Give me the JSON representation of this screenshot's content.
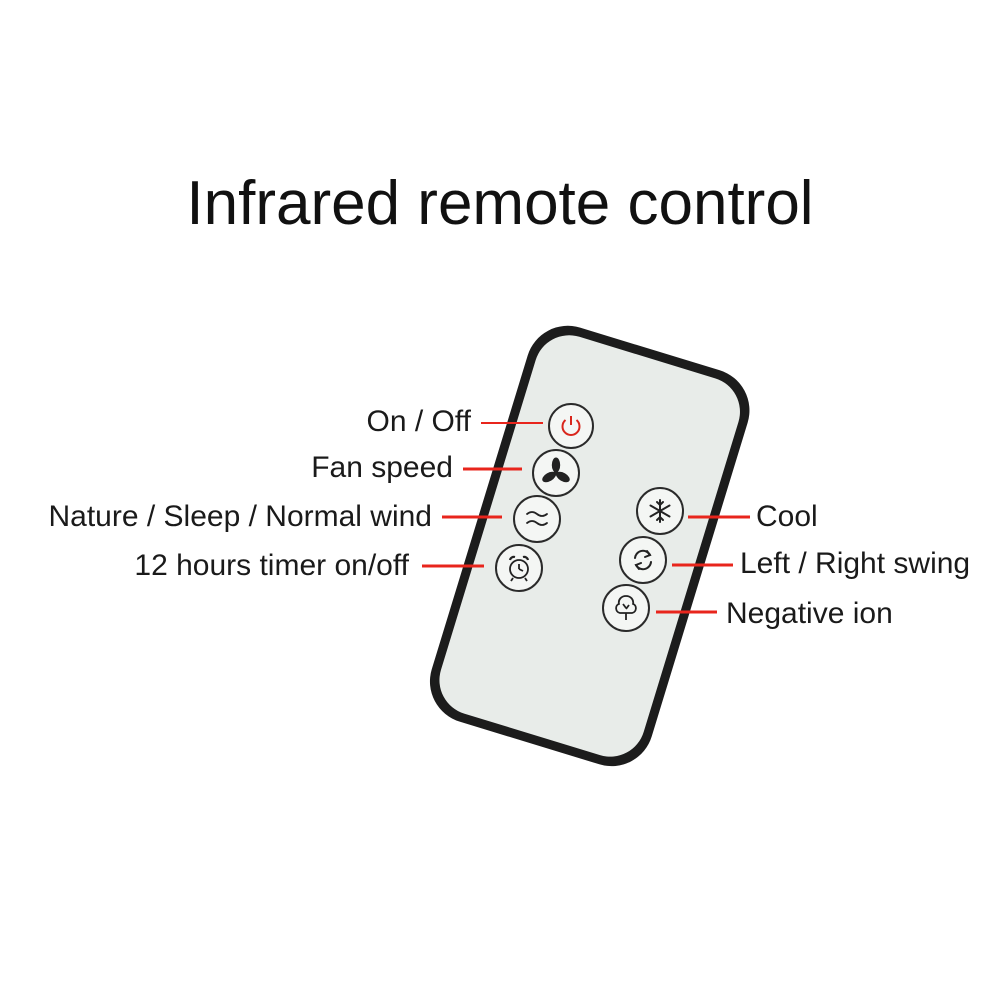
{
  "title": "Infrared remote control",
  "colors": {
    "leader": "#e8251c",
    "remote_face": "#e8ece9",
    "remote_border": "#1c1c1c",
    "button_ring": "#2a2a2a",
    "power_icon": "#d9261c"
  },
  "labels": {
    "power": "On / Off",
    "fan_speed": "Fan speed",
    "wind_mode": "Nature / Sleep / Normal wind",
    "timer": "12 hours timer on/off",
    "cool": "Cool",
    "swing": "Left / Right swing",
    "ion": "Negative ion"
  },
  "icons": {
    "power": "power-icon",
    "fan_speed": "fan-icon",
    "wind_mode": "wind-waves-icon",
    "timer": "alarm-clock-icon",
    "cool": "snowflake-icon",
    "swing": "swing-arrows-icon",
    "ion": "tree-icon"
  }
}
